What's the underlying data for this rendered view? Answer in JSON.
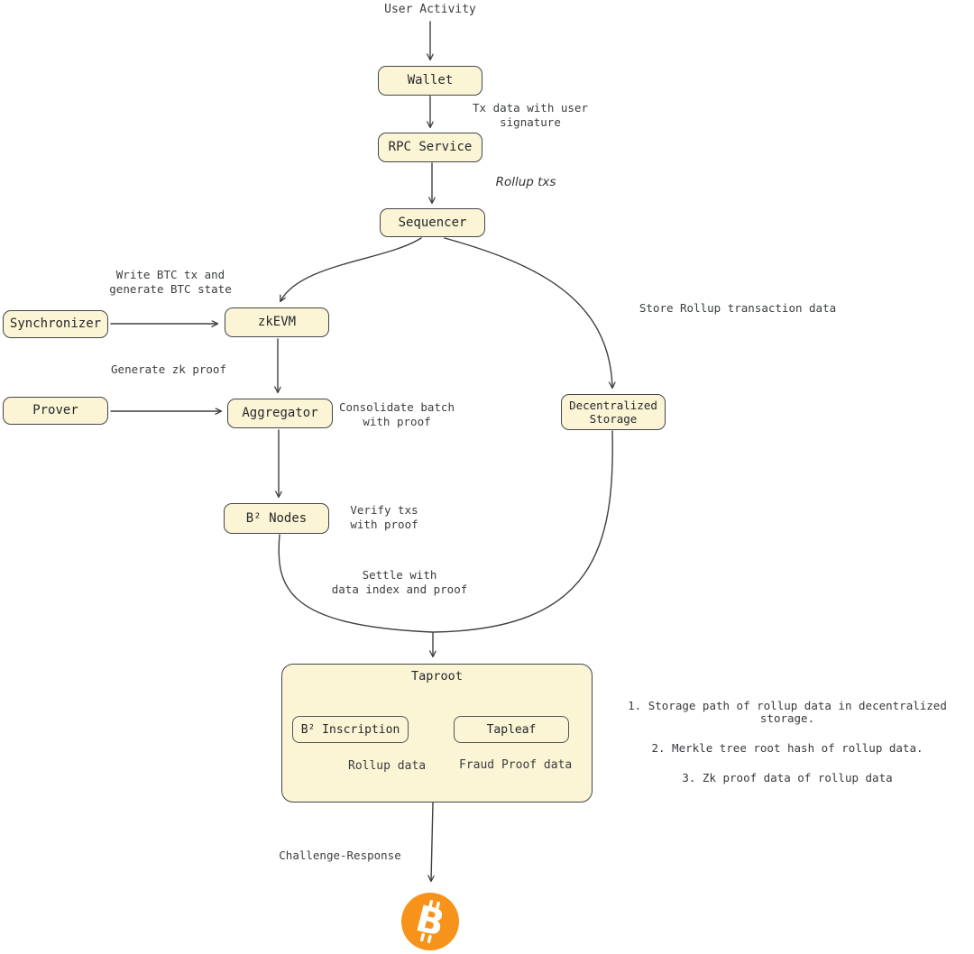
{
  "nodes": {
    "wallet": "Wallet",
    "rpc_service": "RPC Service",
    "sequencer": "Sequencer",
    "synchronizer": "Synchronizer",
    "zkevm": "zkEVM",
    "prover": "Prover",
    "aggregator": "Aggregator",
    "b2_nodes": "B² Nodes",
    "decentralized_storage": "Decentralized\nStorage",
    "taproot": "Taproot",
    "b2_inscription": "B² Inscription",
    "tapleaf": "Tapleaf"
  },
  "labels": {
    "user_activity": "User Activity",
    "tx_data": "Tx data with user\nsignature",
    "rollup_txs": "Rollup txs",
    "write_btc": "Write BTC tx and\ngenerate BTC state",
    "generate_zk": "Generate zk proof",
    "store_rollup": "Store Rollup transaction data",
    "consolidate": "Consolidate batch\nwith proof",
    "verify": "Verify txs\nwith proof",
    "settle": "Settle with\ndata index and proof",
    "rollup_data": "Rollup data",
    "fraud_proof": "Fraud Proof data",
    "challenge_response": "Challenge-Response"
  },
  "notes": [
    "1. Storage path of rollup data in decentralized storage.",
    "2. Merkle tree root hash of rollup data.",
    "3. Zk proof data of rollup data"
  ],
  "bitcoin": {
    "symbol": "₿",
    "letter": "B"
  },
  "colors": {
    "node_fill": "#fbf4d5",
    "node_border": "#43464b",
    "connector": "#3c3f43",
    "bitcoin_orange": "#f7931a",
    "background": "#ffffff",
    "label_text": "#3a3d40"
  }
}
